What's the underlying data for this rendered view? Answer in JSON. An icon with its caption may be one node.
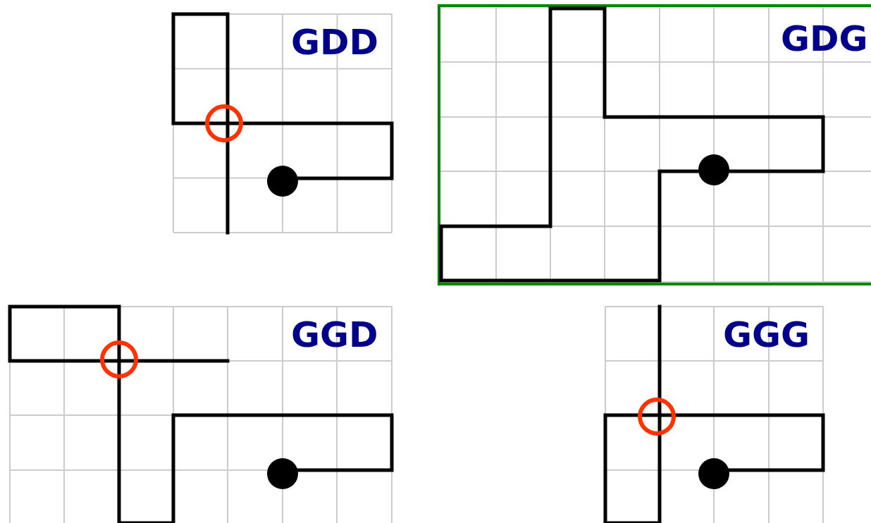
{
  "diagram": {
    "labels": [
      "GDD",
      "GDG",
      "GGD",
      "GGG"
    ]
  }
}
